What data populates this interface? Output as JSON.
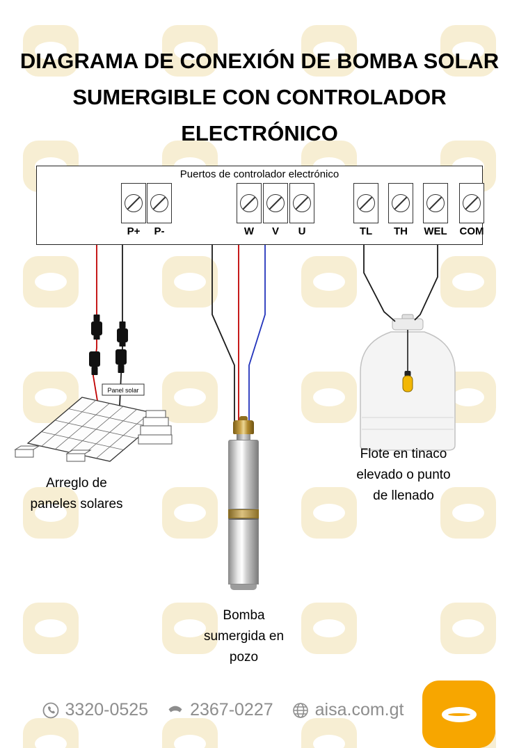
{
  "title": "DIAGRAMA DE CONEXIÓN DE BOMBA SOLAR SUMERGIBLE CON CONTROLADOR ELECTRÓNICO",
  "controller": {
    "label": "Puertos de controlador electrónico",
    "terminals": [
      "P+",
      "P-",
      "W",
      "V",
      "U",
      "TL",
      "TH",
      "WEL",
      "COM"
    ]
  },
  "diagram_labels": {
    "panel_small": "Panel solar",
    "solar_caption": "Arreglo de paneles solares",
    "pump_caption": "Bomba sumergida en pozo",
    "float_caption": "Flote en tinaco elevado o punto de llenado"
  },
  "footer": {
    "items": [
      {
        "icon": "phone-circle-icon",
        "text": "3320-0525"
      },
      {
        "icon": "phone-handset-icon",
        "text": "2367-0227"
      },
      {
        "icon": "globe-icon",
        "text": "aisa.com.gt"
      }
    ]
  },
  "colors": {
    "wire_red": "#c00000",
    "wire_black": "#1a1a1a",
    "wire_blue": "#2233bb",
    "float_yellow": "#f2b705",
    "logo_orange": "#f7a600",
    "watermark": "#f7eed3",
    "footer_text": "#8d8d8d",
    "brass": "#c9a13b",
    "outline": "#333333"
  }
}
